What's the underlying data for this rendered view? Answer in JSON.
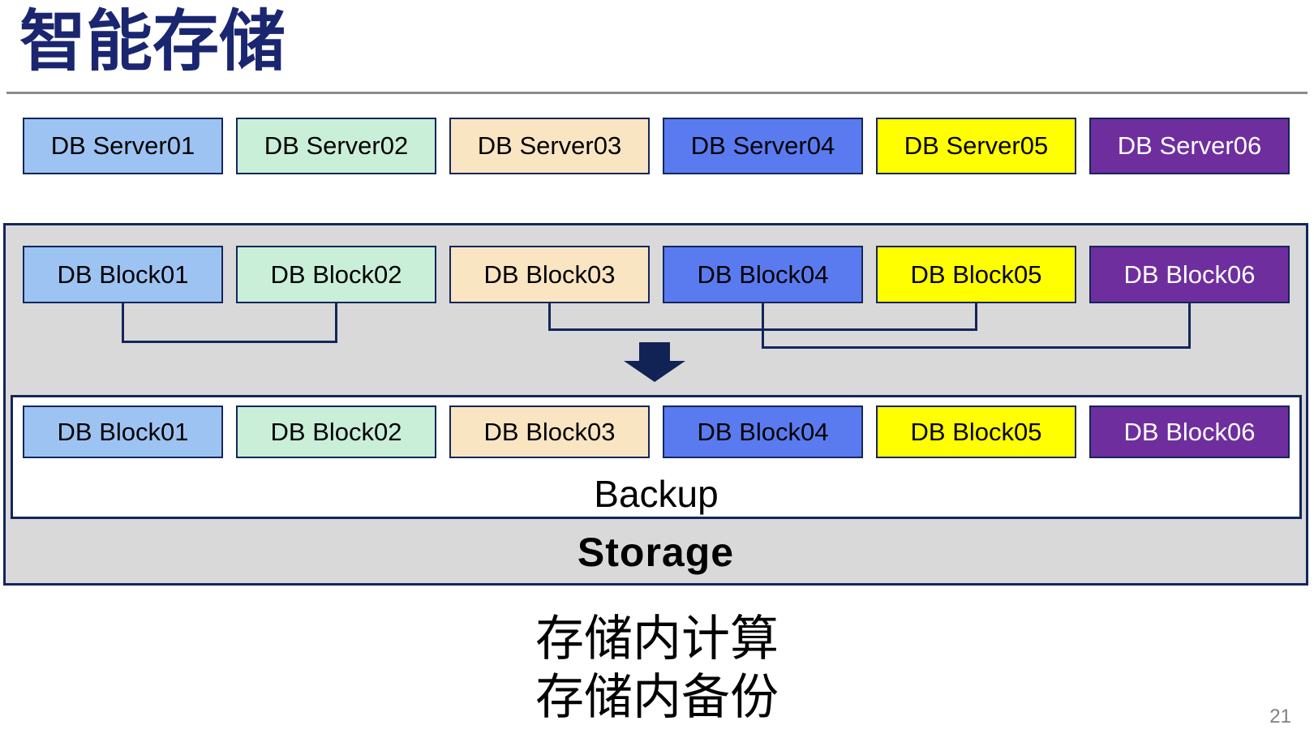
{
  "slide": {
    "title": "智能存储",
    "backup_label": "Backup",
    "storage_label": "Storage",
    "captions": [
      "存储内计算",
      "存储内备份"
    ],
    "page_number": "21"
  },
  "palette": {
    "navy": "#13265C",
    "title_color": "#1B2671",
    "container_fill": "#D9D9D9",
    "arrow_fill": "#112355",
    "rule_gray": "#8C8C8C",
    "page_num_gray": "#808080",
    "light_blue": "#9DC3F3",
    "mint_green": "#C9EFD8",
    "tan": "#FAE5C3",
    "royal_blue": "#5A7BF0",
    "yellow": "#FFFF00",
    "purple": "#6F2E9E"
  },
  "rows": {
    "servers": [
      {
        "label": "DB Server01",
        "fill": "#9DC3F3",
        "text": "#000000"
      },
      {
        "label": "DB Server02",
        "fill": "#C9EFD8",
        "text": "#000000"
      },
      {
        "label": "DB Server03",
        "fill": "#FAE5C3",
        "text": "#000000"
      },
      {
        "label": "DB Server04",
        "fill": "#5A7BF0",
        "text": "#000000"
      },
      {
        "label": "DB Server05",
        "fill": "#FFFF00",
        "text": "#000000"
      },
      {
        "label": "DB Server06",
        "fill": "#6F2E9E",
        "text": "#FFFFFF"
      }
    ],
    "blocks_top": [
      {
        "label": "DB Block01",
        "fill": "#9DC3F3",
        "text": "#000000"
      },
      {
        "label": "DB Block02",
        "fill": "#C9EFD8",
        "text": "#000000"
      },
      {
        "label": "DB Block03",
        "fill": "#FAE5C3",
        "text": "#000000"
      },
      {
        "label": "DB Block04",
        "fill": "#5A7BF0",
        "text": "#000000"
      },
      {
        "label": "DB Block05",
        "fill": "#FFFF00",
        "text": "#000000"
      },
      {
        "label": "DB Block06",
        "fill": "#6F2E9E",
        "text": "#FFFFFF"
      }
    ],
    "blocks_bottom": [
      {
        "label": "DB Block01",
        "fill": "#9DC3F3",
        "text": "#000000"
      },
      {
        "label": "DB Block02",
        "fill": "#C9EFD8",
        "text": "#000000"
      },
      {
        "label": "DB Block03",
        "fill": "#FAE5C3",
        "text": "#000000"
      },
      {
        "label": "DB Block04",
        "fill": "#5A7BF0",
        "text": "#000000"
      },
      {
        "label": "DB Block05",
        "fill": "#FFFF00",
        "text": "#000000"
      },
      {
        "label": "DB Block06",
        "fill": "#6F2E9E",
        "text": "#FFFFFF"
      }
    ]
  },
  "connections": [
    {
      "from": "DB Block01",
      "to": "DB Block02",
      "pair": [
        0,
        1
      ]
    },
    {
      "from": "DB Block03",
      "to": "DB Block05",
      "pair": [
        2,
        4
      ]
    },
    {
      "from": "DB Block04",
      "to": "DB Block06",
      "pair": [
        3,
        5
      ]
    }
  ]
}
